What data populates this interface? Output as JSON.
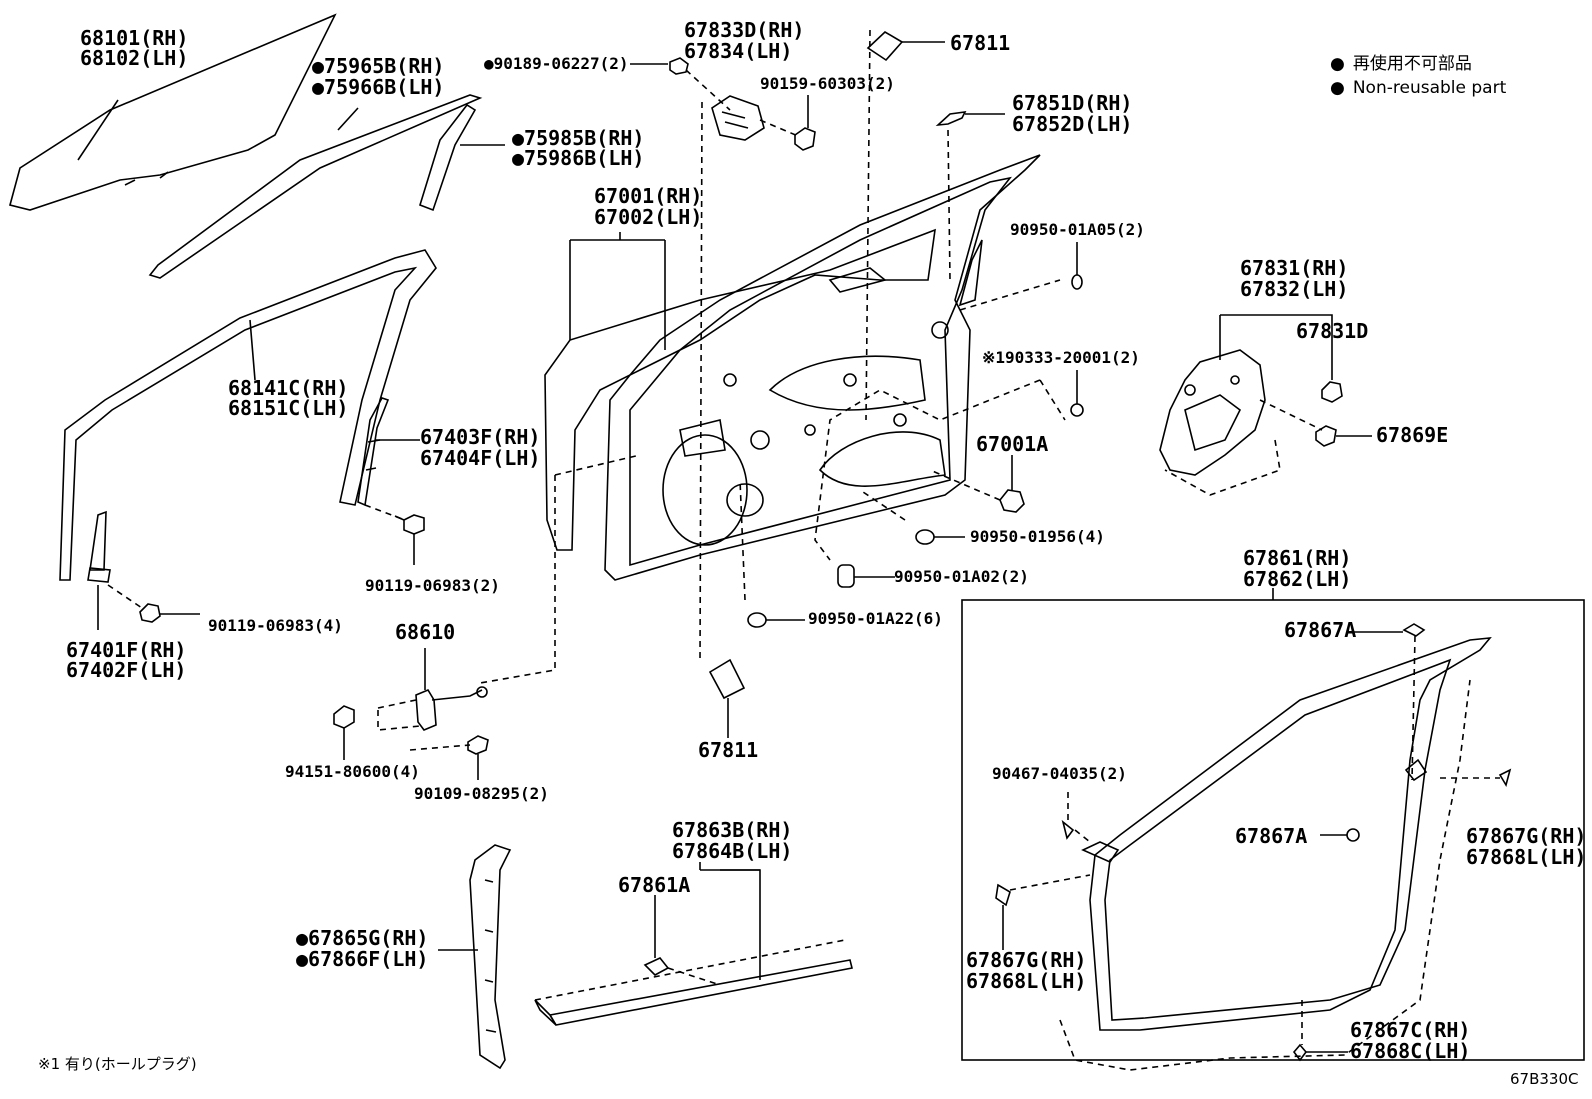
{
  "legend": {
    "items": [
      "再使用不可部品",
      "Non-reusable part"
    ]
  },
  "footnote": "※1 有り(ホールプラグ)",
  "diagram_code": "67B330C",
  "labels": {
    "glass_rh": "68101(RH)",
    "glass_lh": "68102(LH)",
    "weatherstrip_outer_rh": "●75965B(RH)",
    "weatherstrip_outer_lh": "●75966B(LH)",
    "weatherstrip_inner_rh": "●75985B(RH)",
    "weatherstrip_inner_lh": "●75986B(LH)",
    "run_channel_rh": "68141C(RH)",
    "run_channel_lh": "68151C(LH)",
    "division_bar_upper_rh": "67403F(RH)",
    "division_bar_upper_lh": "67404F(LH)",
    "division_bar_lower_rh": "67401F(RH)",
    "division_bar_lower_lh": "67402F(LH)",
    "bolt_90119_2": "90119-06983(2)",
    "bolt_90119_4": "90119-06983(4)",
    "clip_90189": "●90189-06227(2)",
    "cover_rh": "67833D(RH)",
    "cover_lh": "67834(LH)",
    "screw_90159": "90159-60303(2)",
    "seal_top": "67811",
    "seal_bottom": "67811",
    "trim_rh": "67851D(RH)",
    "trim_lh": "67852D(LH)",
    "door_panel_rh": "67001(RH)",
    "door_panel_lh": "67002(LH)",
    "plug_90950_01a05": "90950-01A05(2)",
    "plug_190333": "※190333-20001(2)",
    "plug_67001a": "67001A",
    "plug_90950_01956": "90950-01956(4)",
    "plug_90950_01a02": "90950-01A02(2)",
    "plug_90950_01a22": "90950-01A22(6)",
    "check_68610": "68610",
    "nut_94151": "94151-80600(4)",
    "bolt_90109": "90109-08295(2)",
    "lock_rh": "67831(RH)",
    "lock_lh": "67832(LH)",
    "lock_clip": "67831D",
    "lock_pad": "67869E",
    "ws_main_rh": "67861(RH)",
    "ws_main_lh": "67862(LH)",
    "clip_67867a_top": "67867A",
    "clip_67867a_mid": "67867A",
    "screw_90467": "90467-04035(2)",
    "clip_67867g_right_rh": "67867G(RH)",
    "clip_67868l_right_lh": "67868L(LH)",
    "clip_67867g_left_rh": "67867G(RH)",
    "clip_67868l_left_lh": "67868L(LH)",
    "clip_67867c_rh": "67867C(RH)",
    "clip_67868c_lh": "67868C(LH)",
    "sill_rh": "67863B(RH)",
    "sill_lh": "67864B(LH)",
    "sill_clip": "67861A",
    "pillar_rh": "●67865G(RH)",
    "pillar_lh": "●67866F(LH)"
  }
}
